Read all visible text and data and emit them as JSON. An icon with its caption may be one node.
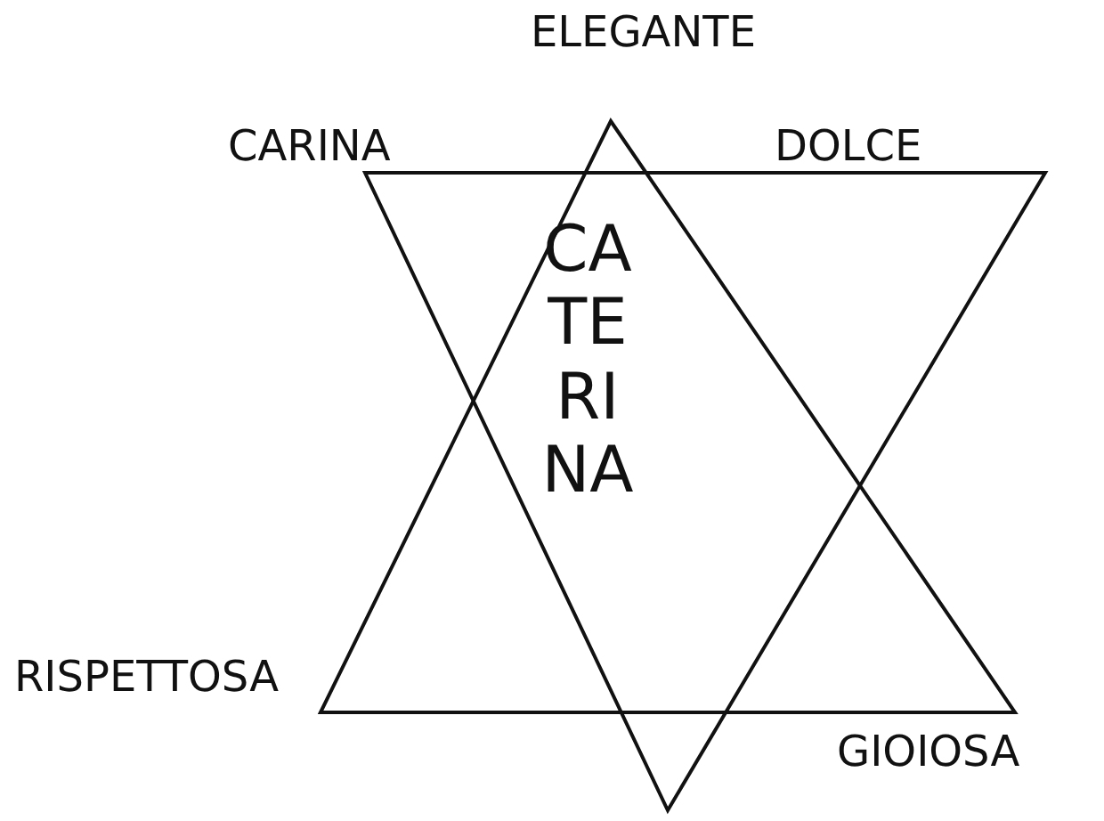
{
  "diagram": {
    "labels": [
      "ELEGANTE",
      "CARINA",
      "DOLCE",
      "CA TE RI NA",
      "RISPETTOSA",
      "GIOIOSA"
    ]
  }
}
